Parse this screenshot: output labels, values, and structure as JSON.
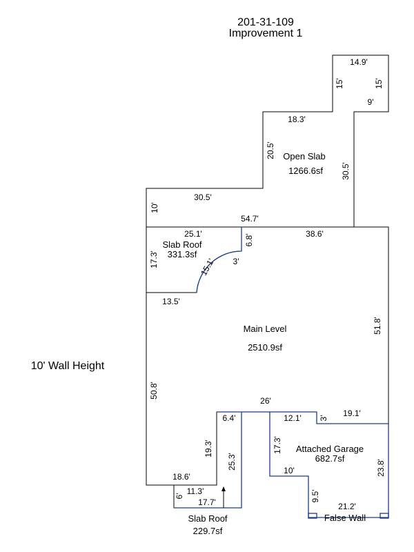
{
  "header": {
    "parcel_id": "201-31-109",
    "improvement": "Improvement 1"
  },
  "wall_height_note": "10' Wall Height",
  "areas": {
    "open_slab": {
      "name": "Open Slab",
      "sf": "1266.6sf"
    },
    "slab_roof_top": {
      "name": "Slab Roof",
      "sf": "331.3sf"
    },
    "main_level": {
      "name": "Main Level",
      "sf": "2510.9sf"
    },
    "attached_garage": {
      "name": "Attached Garage",
      "sf": "682.7sf"
    },
    "slab_roof_bottom": {
      "name": "Slab Roof",
      "sf": "229.7sf"
    },
    "false_wall": {
      "name": "False Wall"
    }
  },
  "dimensions": {
    "top_14_9": "14.9'",
    "top_15_left": "15'",
    "top_15_right": "15'",
    "top_9": "9'",
    "slab_18_3": "18.3'",
    "slab_20_5": "20.5'",
    "slab_30_5_right": "30.5'",
    "slab_30_5_top": "30.5'",
    "slab_10": "10'",
    "main_54_7": "54.7'",
    "main_38_6": "38.6'",
    "sr_25_1": "25.1'",
    "sr_6_8": "6.8'",
    "sr_17_3": "17.3'",
    "sr_15_1": "15.1'",
    "sr_3": "3'",
    "main_13_5": "13.5'",
    "main_51_8": "51.8'",
    "main_50_8": "50.8'",
    "main_26": "26'",
    "main_6_4": "6.4'",
    "garage_12_1": "12.1'",
    "garage_3": "3'",
    "garage_19_1": "19.1'",
    "main_19_3": "19.3'",
    "main_25_3": "25.3'",
    "garage_17_3": "17.3'",
    "main_18_6": "18.6'",
    "garage_10": "10'",
    "garage_23_8": "23.8'",
    "bsr_11_3": "11.3'",
    "bsr_6": "6'",
    "bsr_17_7": "17.7'",
    "garage_9_5": "9.5'",
    "garage_21_2": "21.2'"
  }
}
